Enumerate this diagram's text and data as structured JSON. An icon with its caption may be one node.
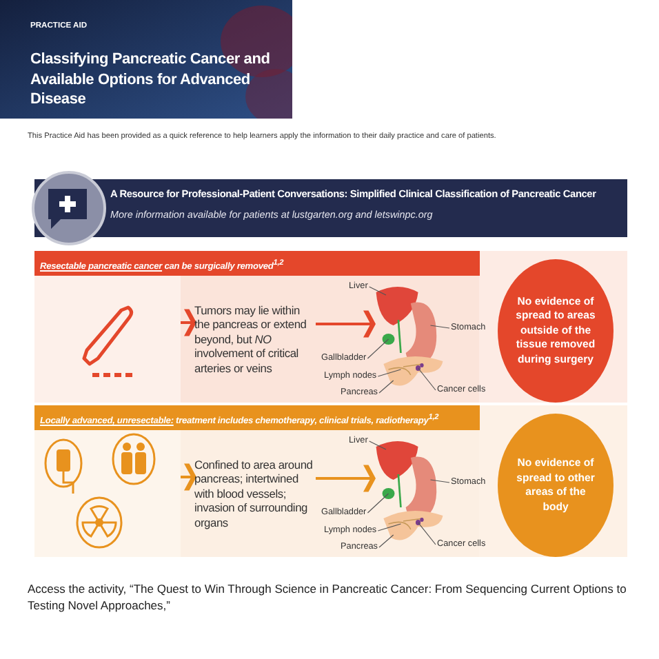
{
  "diagram": {
    "title": "Classifying Pancreatic Cancer and Available Options for Advanced Disease",
    "nodes": [
      {
        "text": [
          "*Resectable pancreatic cancer* can be surgically removed$^{1,2}$"
        ]
      },
      {
        "text": [],
        "shape": "picture",
        "in": 0
      },
      {
        "text": [
          "Tumors may lie within the pancreas or extend beyond, but *NO* involvement of critical arteries or veins"
        ],
        "in": 0
      },
      {
        "text": [],
        "shape": "picture",
        "in": 0
      },
      {
        "text": [
          "Liver"
        ],
        "in": 0
      },
      {
        "text": [
          "Stomach"
        ],
        "in": 0
      },
      {
        "text": [
          "Gallbladder"
        ],
        "in": 0
      },
      {
        "text": [
          "Lymph nodes"
        ],
        "in": 0
      },
      {
        "text": [
          "Pancreas"
        ],
        "in": 0
      },
      {
        "text": [
          "Cancer cells"
        ],
        "in": 0
      },
      {
        "text": [
          "No evidence of spread to areas outside of the tissue removed during surgery"
        ],
        "in": 0
      },
      {
        "text": [
          "*Locally advanced, unresectable:* treatment includes chemotherapy, clinical trials, radiotherapy$^{1,2}$"
        ]
      },
      {
        "text": [],
        "shape": "picture",
        "in": 11
      },
      {
        "text": [
          "Confined to area around pancreas; intertwined with blood vessels; invasion of surrounding organs"
        ],
        "in": 11
      },
      {
        "text": [],
        "shape": "picture",
        "in": 11
      },
      {
        "text": [
          "Liver"
        ],
        "in": 11
      },
      {
        "text": [
          "Stomach"
        ],
        "in": 11
      },
      {
        "text": [
          "Gallbladder"
        ],
        "in": 11
      },
      {
        "text": [
          "Lymph nodes"
        ],
        "in": 11
      },
      {
        "text": [
          "Pancreas"
        ],
        "in": 11
      },
      {
        "text": [
          "Cancer cells"
        ],
        "in": 11
      },
      {
        "text": [
          "No evidence of spread to other areas of the body"
        ],
        "in": 11
      }
    ],
    "edges": [
      {
        "from": 1,
        "to": 2,
        "arrow": "to",
        "color": "#e4472b"
      },
      {
        "from": 2,
        "to": 3,
        "arrow": "to",
        "color": "#e4472b"
      },
      {
        "from": 4,
        "to": 3,
        "arrow": "none"
      },
      {
        "from": 5,
        "to": 3,
        "arrow": "none"
      },
      {
        "from": 6,
        "to": 3,
        "arrow": "none"
      },
      {
        "from": 7,
        "to": 3,
        "arrow": "none"
      },
      {
        "from": 8,
        "to": 3,
        "arrow": "none"
      },
      {
        "from": 9,
        "to": 3,
        "arrow": "none"
      },
      {
        "from": 12,
        "to": 13,
        "arrow": "to",
        "color": "#e8921e"
      },
      {
        "from": 13,
        "to": 14,
        "arrow": "to",
        "color": "#e8921e"
      },
      {
        "from": 15,
        "to": 14,
        "arrow": "none"
      },
      {
        "from": 16,
        "to": 14,
        "arrow": "none"
      },
      {
        "from": 17,
        "to": 14,
        "arrow": "none"
      },
      {
        "from": 18,
        "to": 14,
        "arrow": "none"
      },
      {
        "from": 19,
        "to": 14,
        "arrow": "none"
      },
      {
        "from": 20,
        "to": 14,
        "arrow": "none"
      }
    ],
    "labels": [
      "PRACTICE AID",
      "This Practice Aid has been provided as a quick reference to help learners apply the information to their daily practice and care of patients.",
      "A Resource for Professional-Patient Conversations: Simplified Clinical Classification of Pancreatic Cancer",
      "More information available for patients at lustgarten.org and letswinpc.org",
      "Access the activity, “The Quest to Win Through Science in Pancreatic Cancer: From Sequencing Current Options to Testing Novel Approaches,”"
    ]
  }
}
